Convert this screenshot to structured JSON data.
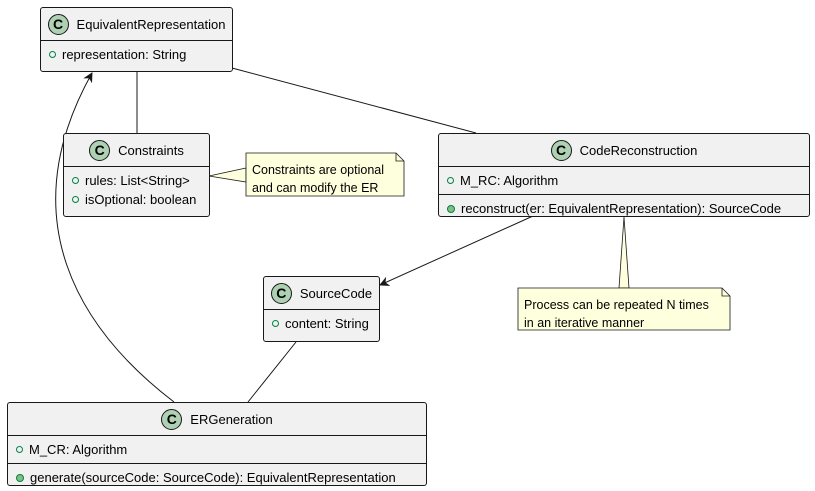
{
  "classes": {
    "equivalent_representation": {
      "icon": "C",
      "name": "EquivalentRepresentation",
      "attributes": [
        "representation: String"
      ],
      "operations": []
    },
    "constraints": {
      "icon": "C",
      "name": "Constraints",
      "attributes": [
        "rules: List<String>",
        "isOptional: boolean"
      ],
      "operations": []
    },
    "code_reconstruction": {
      "icon": "C",
      "name": "CodeReconstruction",
      "attributes": [
        "M_RC: Algorithm"
      ],
      "operations": [
        "reconstruct(er: EquivalentRepresentation): SourceCode"
      ]
    },
    "source_code": {
      "icon": "C",
      "name": "SourceCode",
      "attributes": [
        "content: String"
      ],
      "operations": []
    },
    "er_generation": {
      "icon": "C",
      "name": "ERGeneration",
      "attributes": [
        "M_CR: Algorithm"
      ],
      "operations": [
        "generate(sourceCode: SourceCode): EquivalentRepresentation"
      ]
    }
  },
  "notes": {
    "constraints_note": [
      "Constraints are optional",
      "and can modify the ER"
    ],
    "process_note": [
      "Process can be repeated N times",
      "in an iterative manner"
    ]
  },
  "colors": {
    "class_fill": "#f1f1f1",
    "class_icon": "#add1b2",
    "note_fill": "#feffdd",
    "line": "#181818"
  }
}
